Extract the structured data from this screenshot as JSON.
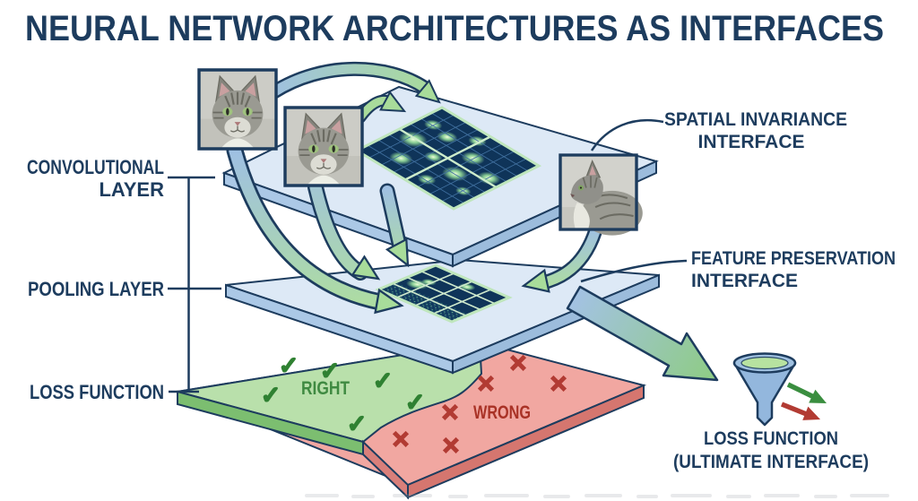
{
  "title": "NEURAL NETWORK ARCHITECTURES AS INTERFACES",
  "left_labels": {
    "convolutional_line1": "CONVOLUTIONAL",
    "convolutional_line2": "LAYER",
    "pooling": "POOLING LAYER",
    "loss": "LOSS FUNCTION"
  },
  "right_labels": {
    "spatial_line1": "SPATIAL INVARIANCE",
    "spatial_line2": "INTERFACE",
    "feature_line1": "FEATURE PRESERVATION",
    "feature_line2": "INTERFACE",
    "loss_line1": "LOSS FUNCTION",
    "loss_line2": "(ULTIMATE INTERFACE)"
  },
  "loss_plane": {
    "right_label": "RIGHT",
    "wrong_label": "WRONG",
    "check_glyph": "✓",
    "cross_glyph": "✕",
    "check_count": 6,
    "cross_count": 6
  },
  "images": {
    "cat_front_1": "tabby-cat-photo-front",
    "cat_front_2": "tabby-cat-photo-front",
    "cat_profile": "tabby-cat-photo-side"
  },
  "colors": {
    "title_navy": "#1d3c5e",
    "plane_fill": "#dde9f6",
    "plane_side_left": "#abc8e6",
    "plane_side_right": "#9cbcdc",
    "green_region": "#b9e0ab",
    "green_side": "#7cbe70",
    "red_region": "#f1a7a1",
    "red_side": "#d97f7a",
    "feature_map_dark": "#0f3459",
    "feature_map_border": "#bfe6bc",
    "glow_green": "#eaffd8",
    "arrow_blue": "#9fc0e2",
    "arrow_green": "#aedda0",
    "check_green": "#2f8132",
    "right_text_green": "#3f8a41",
    "cross_red": "#b23b33",
    "wrong_text_red": "#a93226",
    "funnel_blue": "#93b7dd",
    "funnel_liquid_green": "#b7e2a0"
  }
}
